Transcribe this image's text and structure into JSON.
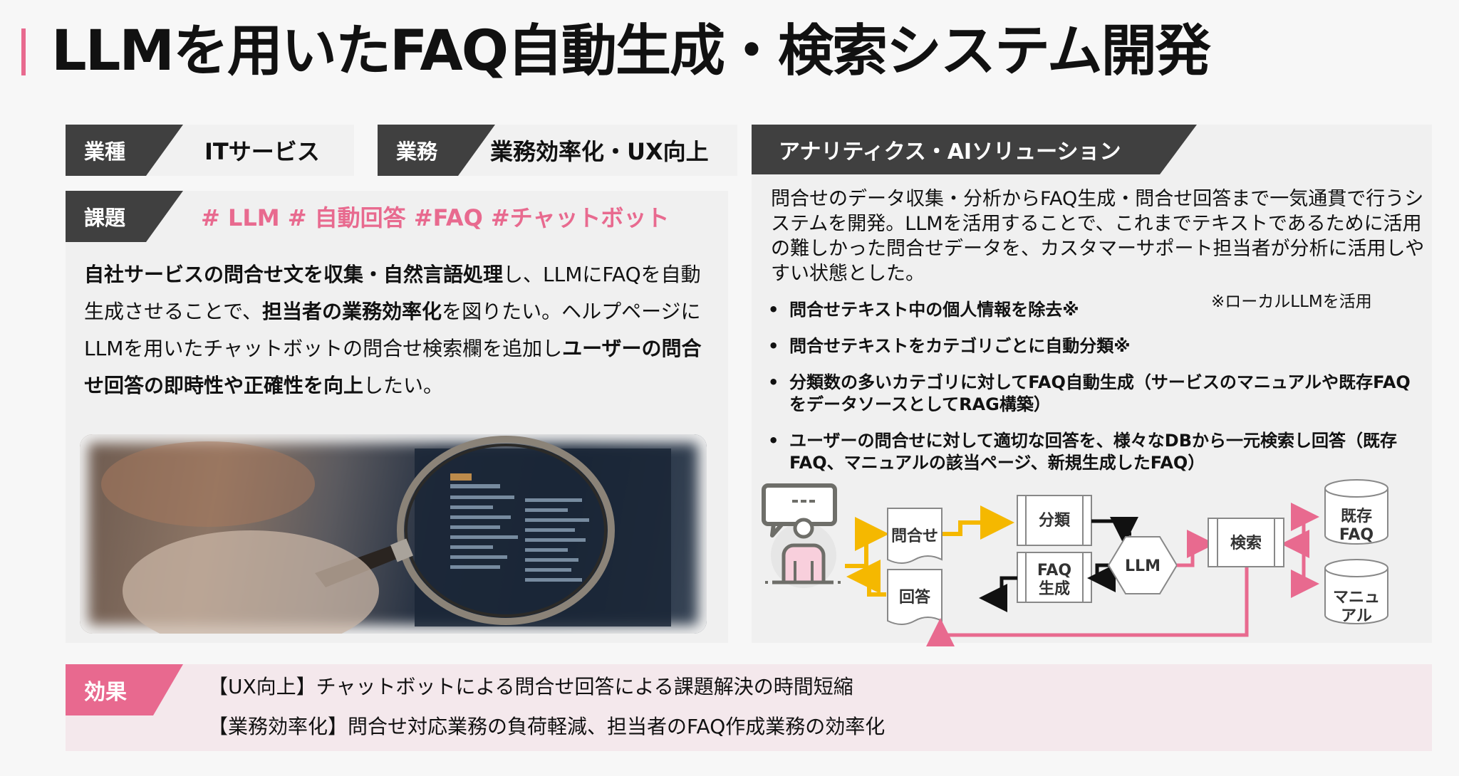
{
  "title": "LLMを用いたFAQ自動生成・検索システム開発",
  "accent_color": "#e86a8f",
  "tags": {
    "industry": {
      "label": "業種",
      "value": "ITサービス"
    },
    "business": {
      "label": "業務",
      "value": "業務効率化・UX向上"
    },
    "issue": {
      "label": "課題",
      "hashtags": "# LLM # 自動回答 #FAQ #チャットボット"
    }
  },
  "issue_body": {
    "p1_bold": "自社サービスの問合せ文を収集・自然言語処理",
    "p1_rest": "し、LLMにFAQを自動生成させることで、",
    "p2_bold": "担当者の業務効率化",
    "p2_rest": "を図りたい。ヘルプページにLLMを用いたチャットボットの問合せ検索欄を追加し",
    "p3_bold": "ユーザーの問合せ回答の即時性や正確性を向上",
    "p3_rest": "したい。"
  },
  "photo": {
    "alt": "magnifying-glass-over-laptop-screen"
  },
  "solution": {
    "heading": "アナリティクス・AIソリューション",
    "description": "問合せのデータ収集・分析からFAQ生成・問合せ回答まで一気通貫で行うシステムを開発。LLMを活用することで、これまでテキストであるために活用の難しかった問合せデータを、カスタマーサポート担当者が分析に活用しやすい状態とした。",
    "note": "※ローカルLLMを活用",
    "bullets": [
      "問合せテキスト中の個人情報を除去※",
      "問合せテキストをカテゴリごとに自動分類※",
      "分類数の多いカテゴリに対してFAQ自動生成（サービスのマニュアルや既存FAQをデータソースとしてRAG構築）",
      "ユーザーの問合せに対して適切な回答を、様々なDBから一元検索し回答（既存FAQ、マニュアルの該当ページ、新規生成したFAQ）"
    ]
  },
  "diagram": {
    "inquiry": "問合せ",
    "answer": "回答",
    "classify": "分類",
    "faq_gen_1": "FAQ",
    "faq_gen_2": "生成",
    "llm": "LLM",
    "search": "検索",
    "db_faq_1": "既存",
    "db_faq_2": "FAQ",
    "db_manual_1": "マニュ",
    "db_manual_2": "アル",
    "colors": {
      "user_flow": "#f5b800",
      "llm_flow": "#111111",
      "search_flow": "#e86a8f"
    }
  },
  "effect": {
    "label": "効果",
    "lines": [
      "【UX向上】チャットボットによる問合せ回答による課題解決の時間短縮",
      "【業務効率化】問合せ対応業務の負荷軽減、担当者のFAQ作成業務の効率化"
    ]
  }
}
